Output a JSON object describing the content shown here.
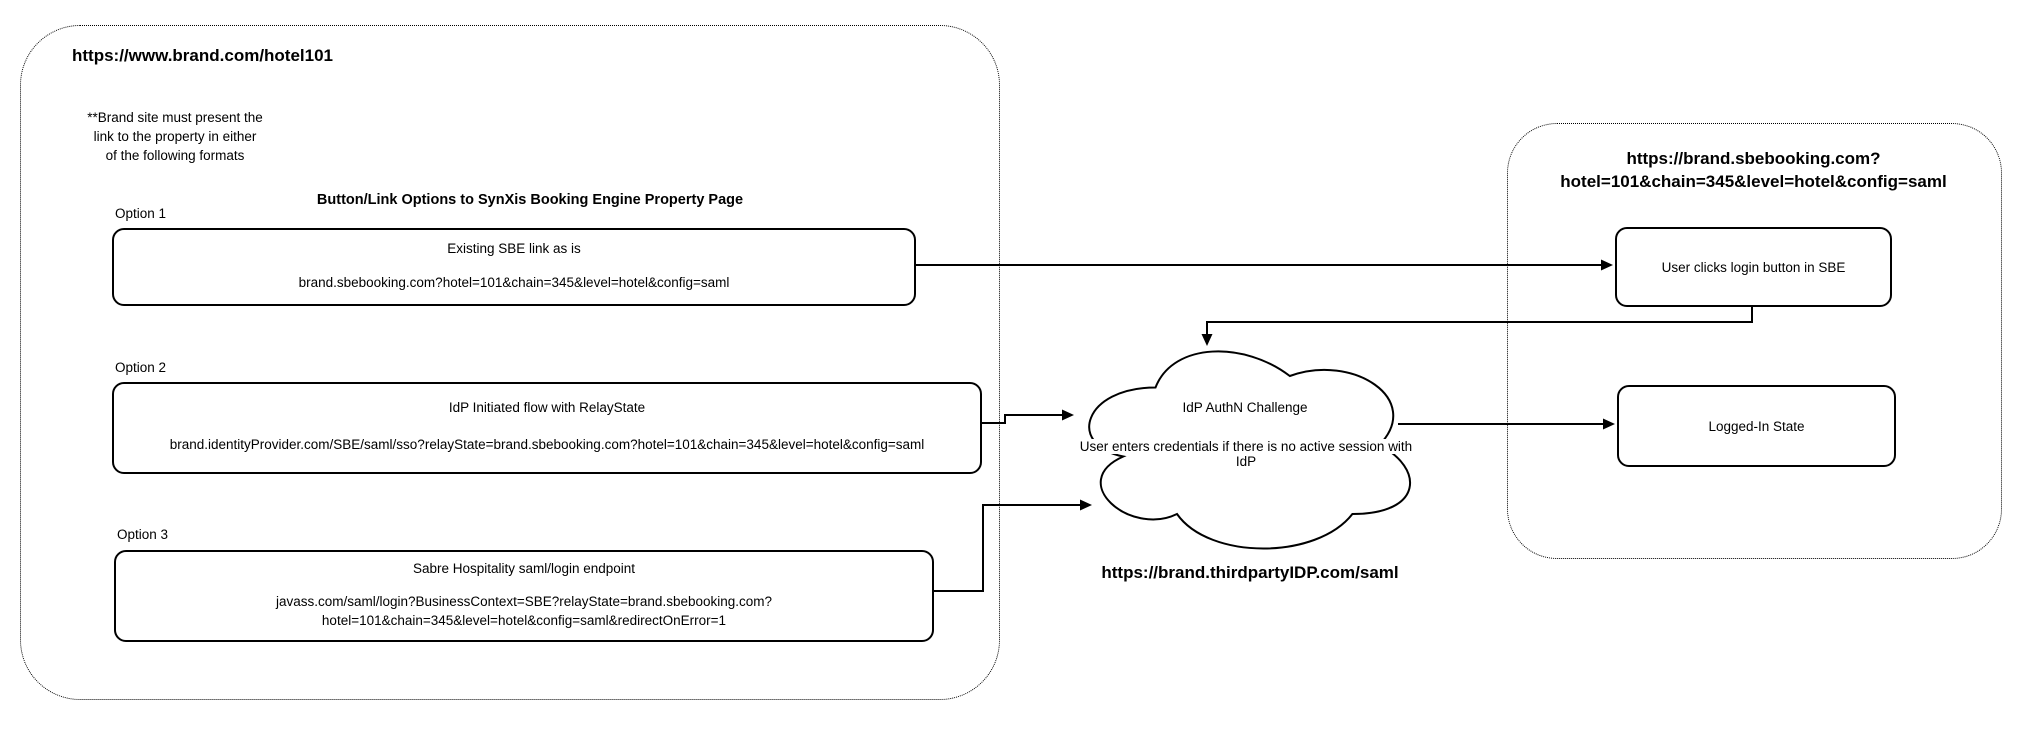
{
  "colors": {
    "stroke": "#000000",
    "background": "#ffffff",
    "box_fill": "#ffffff"
  },
  "brand_site": {
    "url_title": "https://www.brand.com/hotel101",
    "note_line1": "**Brand site must present the",
    "note_line2": "link to the property in either",
    "note_line3": "of the following formats",
    "heading": "Button/Link Options to SynXis Booking Engine Property Page",
    "option1": {
      "label": "Option 1",
      "title": "Existing SBE link as is",
      "url": "brand.sbebooking.com?hotel=101&chain=345&level=hotel&config=saml"
    },
    "option2": {
      "label": "Option 2",
      "title": "IdP Initiated flow with RelayState",
      "url": "brand.identityProvider.com/SBE/saml/sso?relayState=brand.sbebooking.com?hotel=101&chain=345&level=hotel&config=saml"
    },
    "option3": {
      "label": "Option 3",
      "title": "Sabre Hospitality saml/login endpoint",
      "url_line1": "javass.com/saml/login?BusinessContext=SBE?relayState=brand.sbebooking.com?",
      "url_line2": "hotel=101&chain=345&level=hotel&config=saml&redirectOnError=1"
    }
  },
  "idp_cloud": {
    "title": "IdP AuthN Challenge",
    "subtitle_line1": "User enters credentials if there is no active session with",
    "subtitle_line2": "IdP",
    "url": "https://brand.thirdpartyIDP.com/saml"
  },
  "sbe_site": {
    "url_line1": "https://brand.sbebooking.com?",
    "url_line2": "hotel=101&chain=345&level=hotel&config=saml",
    "login_box_label": "User clicks login button in SBE",
    "logged_in_box_label": "Logged-In State"
  },
  "edges": [
    {
      "from": "option-1-box",
      "to": "login-box"
    },
    {
      "from": "login-box",
      "to": "idp-cloud"
    },
    {
      "from": "option-2-box",
      "to": "idp-cloud"
    },
    {
      "from": "option-3-box",
      "to": "idp-cloud"
    },
    {
      "from": "idp-cloud",
      "to": "logged-in-box"
    }
  ]
}
